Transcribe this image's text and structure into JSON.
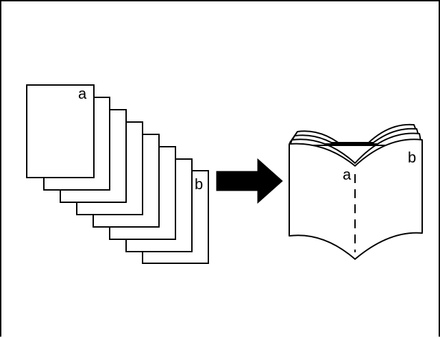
{
  "diagram": {
    "sheet_first_label": "a",
    "sheet_last_label": "b",
    "booklet_left_label": "a",
    "booklet_right_label": "b",
    "stroke_color": "#000000",
    "background_color": "#ffffff"
  }
}
